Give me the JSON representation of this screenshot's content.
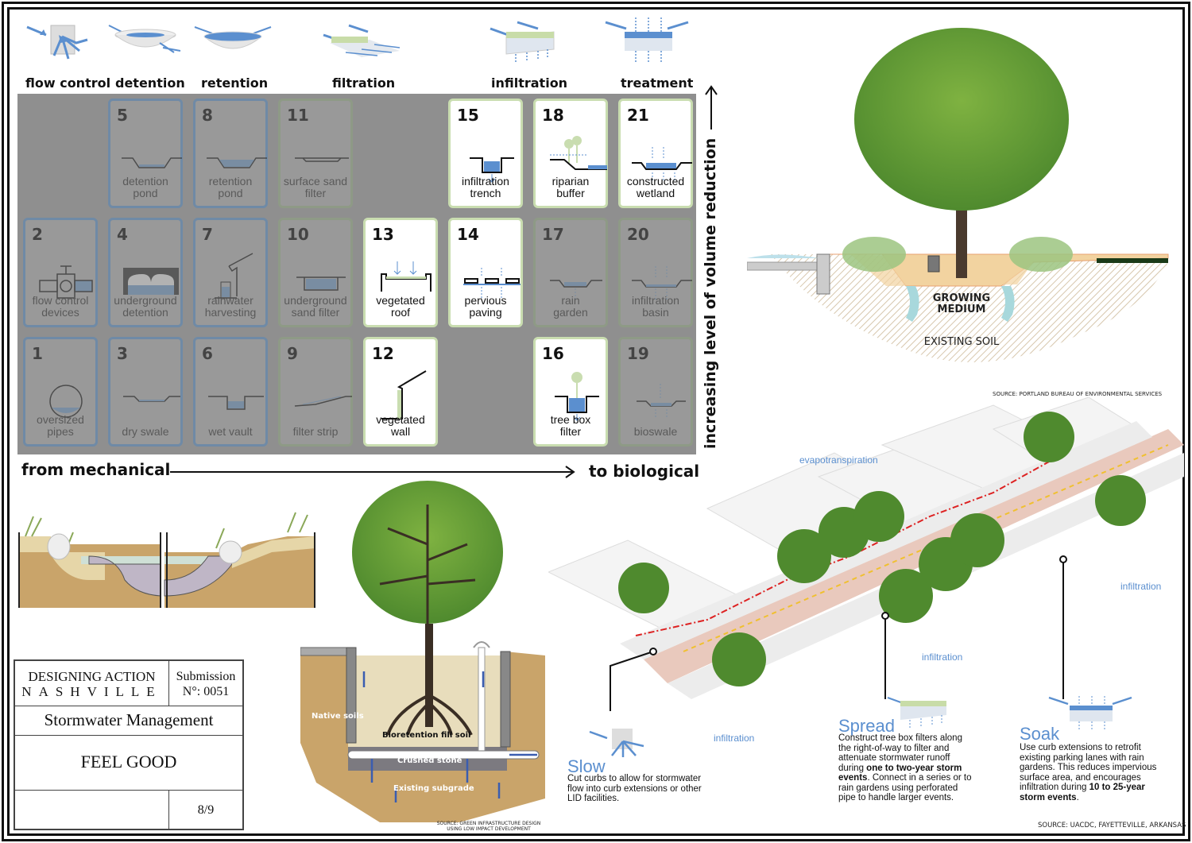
{
  "categories": [
    {
      "label": "flow control",
      "icon": "flow-control-icon"
    },
    {
      "label": "detention",
      "icon": "detention-bowl-icon"
    },
    {
      "label": "retention",
      "icon": "retention-bowl-icon"
    },
    {
      "label": "filtration",
      "icon": "filtration-icon"
    },
    {
      "label": "infiltration",
      "icon": "infiltration-icon"
    },
    {
      "label": "treatment",
      "icon": "treatment-icon"
    }
  ],
  "matrix": {
    "cards": [
      {
        "num": "5",
        "name": "detention pond",
        "style": "blue",
        "icon": "detention-pond-icon"
      },
      {
        "num": "8",
        "name": "retention pond",
        "style": "blue",
        "icon": "retention-pond-icon"
      },
      {
        "num": "11",
        "name": "surface sand filter",
        "style": "olive",
        "icon": "surface-sand-filter-icon"
      },
      {
        "num": "15",
        "name": "infiltration trench",
        "style": "active",
        "icon": "infiltration-trench-icon"
      },
      {
        "num": "18",
        "name": "riparian buffer",
        "style": "active",
        "icon": "riparian-buffer-icon"
      },
      {
        "num": "21",
        "name": "constructed wetland",
        "style": "active",
        "icon": "constructed-wetland-icon"
      },
      {
        "num": "2",
        "name": "flow control devices",
        "style": "blue",
        "icon": "valve-icon"
      },
      {
        "num": "4",
        "name": "underground detention",
        "style": "blue",
        "icon": "underground-detention-icon"
      },
      {
        "num": "7",
        "name": "rainwater harvesting",
        "style": "blue",
        "icon": "rainwater-harvesting-icon"
      },
      {
        "num": "10",
        "name": "underground sand filter",
        "style": "olive",
        "icon": "underground-sand-filter-icon"
      },
      {
        "num": "13",
        "name": "vegetated roof",
        "style": "active",
        "icon": "vegetated-roof-icon"
      },
      {
        "num": "14",
        "name": "pervious paving",
        "style": "active",
        "icon": "pervious-paving-icon"
      },
      {
        "num": "17",
        "name": "rain garden",
        "style": "olive",
        "icon": "rain-garden-icon"
      },
      {
        "num": "20",
        "name": "infiltration basin",
        "style": "olive",
        "icon": "infiltration-basin-icon"
      },
      {
        "num": "1",
        "name": "oversized pipes",
        "style": "blue",
        "icon": "pipe-icon"
      },
      {
        "num": "3",
        "name": "dry swale",
        "style": "blue",
        "icon": "dry-swale-icon"
      },
      {
        "num": "6",
        "name": "wet vault",
        "style": "blue",
        "icon": "wet-vault-icon"
      },
      {
        "num": "9",
        "name": "filter strip",
        "style": "olive",
        "icon": "filter-strip-icon"
      },
      {
        "num": "12",
        "name": "vegetated wall",
        "style": "active",
        "icon": "vegetated-wall-icon"
      },
      {
        "num": "16",
        "name": "tree box filter",
        "style": "active",
        "icon": "tree-box-filter-icon"
      },
      {
        "num": "19",
        "name": "bioswale",
        "style": "olive",
        "icon": "bioswale-icon"
      }
    ],
    "x_axis_start": "from mechanical",
    "x_axis_end": "to biological",
    "y_axis": "increasing level of volume reduction"
  },
  "rain_garden_section": {
    "growing_medium": "GROWING MEDIUM",
    "existing_soil": "EXISTING SOIL",
    "source": "SOURCE: PORTLAND BUREAU OF ENVIRONMENTAL SERVICES"
  },
  "bioretention_section": {
    "native_soils": "Native soils",
    "fill_soil": "Bioretention fill soil",
    "crushed_stone": "Crushed stone",
    "subgrade": "Existing subgrade",
    "source": "SOURCE: GREEN INFRASTRUCTURE DESIGN USING LOW IMPACT DEVELOPMENT"
  },
  "street_diagram": {
    "evapotranspiration": "evapotranspiration",
    "infiltration_labels": [
      "infiltration",
      "infiltration",
      "infiltration"
    ],
    "notes": [
      {
        "title": "Slow",
        "body": "Cut curbs to allow for stormwater flow into curb extensions or other LID facilities."
      },
      {
        "title": "Spread",
        "body_pre": "Construct tree box filters along the right-of-way to filter and attenuate stormwater runoff during ",
        "body_bold": "one to two-year storm events",
        "body_post": ". Connect in a series or to rain gardens using perforated pipe to handle larger events."
      },
      {
        "title": "Soak",
        "body_pre": "Use curb extensions to retrofit existing parking lanes with rain gardens. This reduces impervious surface area, and encourages infiltration during ",
        "body_bold": "10 to 25-year storm events",
        "body_post": "."
      }
    ],
    "source": "SOURCE: UACDC, FAYETTEVILLE, ARKANSAS"
  },
  "title_block": {
    "org_line1": "DESIGNING ACTION",
    "org_line2": "NASHVILLE",
    "submission_label": "Submission",
    "submission_no": "N°: 0051",
    "subject": "Stormwater Management",
    "project": "FEEL GOOD",
    "page": "8/9"
  },
  "colors": {
    "water_blue": "#5b8fcf",
    "matrix_bg": "#8f8f8f",
    "active_border": "#c9ddb0",
    "soil": "#c9a46a",
    "tree_green": "#4f8a2e"
  }
}
